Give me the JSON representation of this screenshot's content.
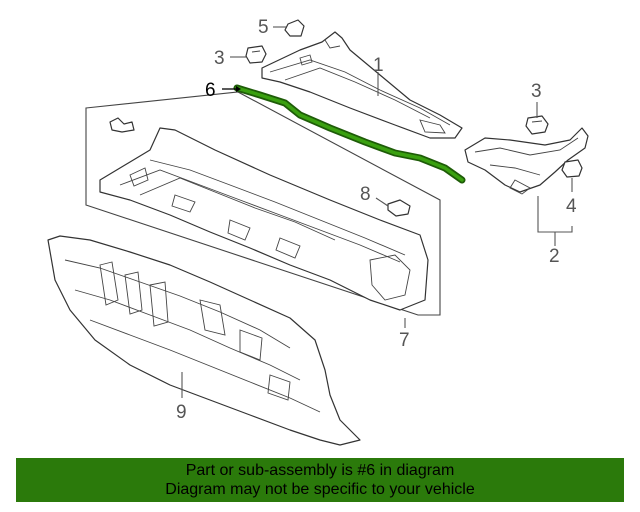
{
  "diagram": {
    "callouts": {
      "c1": "1",
      "c2": "2",
      "c3a": "3",
      "c3b": "3",
      "c4": "4",
      "c5": "5",
      "c6": "6",
      "c7": "7",
      "c8": "8",
      "c9": "9"
    },
    "highlight_color": "#2b7a0b"
  },
  "footer": {
    "line1": "Part or sub-assembly is #6 in diagram",
    "line2": "Diagram may not be specific to your vehicle",
    "background": "#2b7a0b"
  }
}
